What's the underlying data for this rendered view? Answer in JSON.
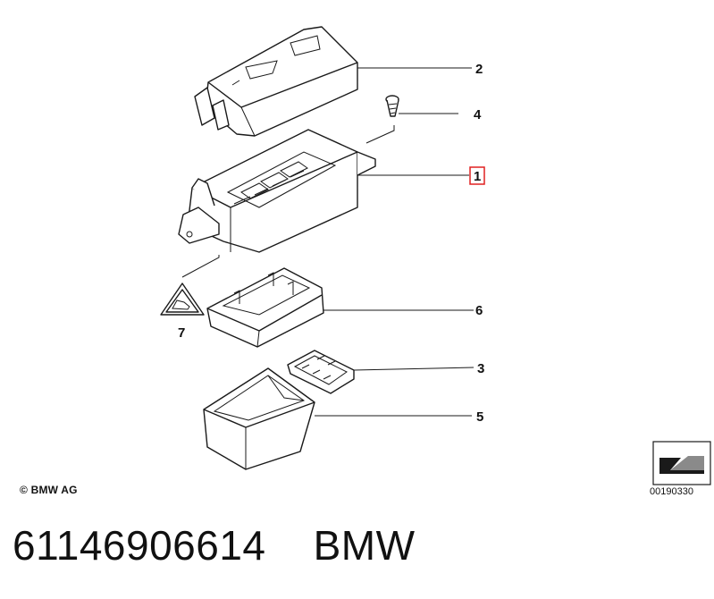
{
  "callouts": [
    {
      "id": "2",
      "label": "2",
      "highlighted": false
    },
    {
      "id": "4",
      "label": "4",
      "highlighted": false
    },
    {
      "id": "1",
      "label": "1",
      "highlighted": true
    },
    {
      "id": "6",
      "label": "6",
      "highlighted": false
    },
    {
      "id": "7",
      "label": "7",
      "highlighted": false
    },
    {
      "id": "3",
      "label": "3",
      "highlighted": false
    },
    {
      "id": "5",
      "label": "5",
      "highlighted": false
    }
  ],
  "highlight_color": "#e02020",
  "copyright": "© BMW AG",
  "reference_code": "00190330",
  "part_number": "61146906614",
  "brand": "BMW",
  "icons": [
    "fuse-cover-part",
    "screw-part",
    "fuse-box-housing-part",
    "fuse-carrier-part",
    "fuse-holder-part",
    "bottom-tray-part",
    "warning-triangle-icon",
    "reference-arrow-icon"
  ]
}
